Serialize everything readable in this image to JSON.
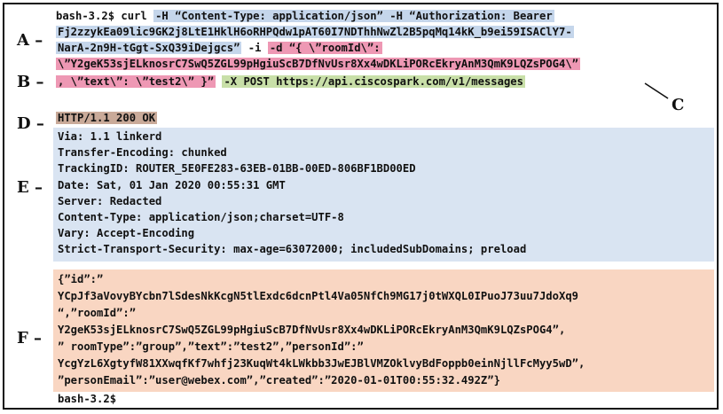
{
  "markers": {
    "a": "A –",
    "b": "B –",
    "c": "C",
    "d": "D –",
    "e": "E –",
    "f": "F –"
  },
  "request": {
    "prompt": "bash-3.2$ curl",
    "header_flags_1": "-H “Content-Type: application/json” -H “Authorization: Bearer",
    "header_flags_2": "Fj2zzykEa09lic9GK2j8LtE1HklH6oRHPQdw1pAT60I7NDThhNwZl2B5pqMq14kK_b9ei59ISAClY7-",
    "header_flags_3": "NarA-2n9H-tGgt-SxQ39iDejgcs”",
    "include_flag": "-i",
    "data_flag": "-d “{ \\”roomId\\”:",
    "data_line_2": "\\”Y2geK53sjELknosrC7SwQ5ZGL99pHgiuScB7DfNvUsr8Xx4wDKLiPORcEkryAnM3QmK9LQZsPOG4\\”",
    "data_line_3": ", \\”text\\”: \\”test2\\” }”",
    "method_url": "-X POST https://api.ciscospark.com/v1/messages"
  },
  "response": {
    "status_line": "HTTP/1.1 200 OK",
    "headers": [
      "Via: 1.1 linkerd",
      "Transfer-Encoding: chunked",
      "TrackingID: ROUTER_5E0FE283-63EB-01BB-00ED-806BF1BD00ED",
      "Date: Sat, 01 Jan 2020 00:55:31 GMT",
      "Server: Redacted",
      "Content-Type: application/json;charset=UTF-8",
      "Vary: Accept-Encoding",
      "Strict-Transport-Security: max-age=63072000; includedSubDomains; preload"
    ],
    "body_lines": [
      "{”id”:”",
      "YCpJf3aVovyBYcbn7lSdesNkKcgN5tlExdc6dcnPtl4Va05NfCh9MG17j0tWXQL0IPuoJ73uu7JdoXq9",
      "“,”roomId”:”",
      "Y2geK53sjELknosrC7SwQ5ZGL99pHgiuScB7DfNvUsr8Xx4wDKLiPORcEkryAnM3QmK9LQZsPOG4”,",
      "” roomType”:”group”,”text”:”test2”,”personId”:”",
      "YcgYzL6XgtyfW81XXwqfKf7whfj23KuqWt4kLWkbb3JwEJBlVMZOklvyBdFoppb0einNjllFcMyy5wD”,",
      "”personEmail”:”user@webex.com”,”created”:”2020-01-01T00:55:32.492Z”}"
    ]
  },
  "final_prompt": "bash-3.2$"
}
